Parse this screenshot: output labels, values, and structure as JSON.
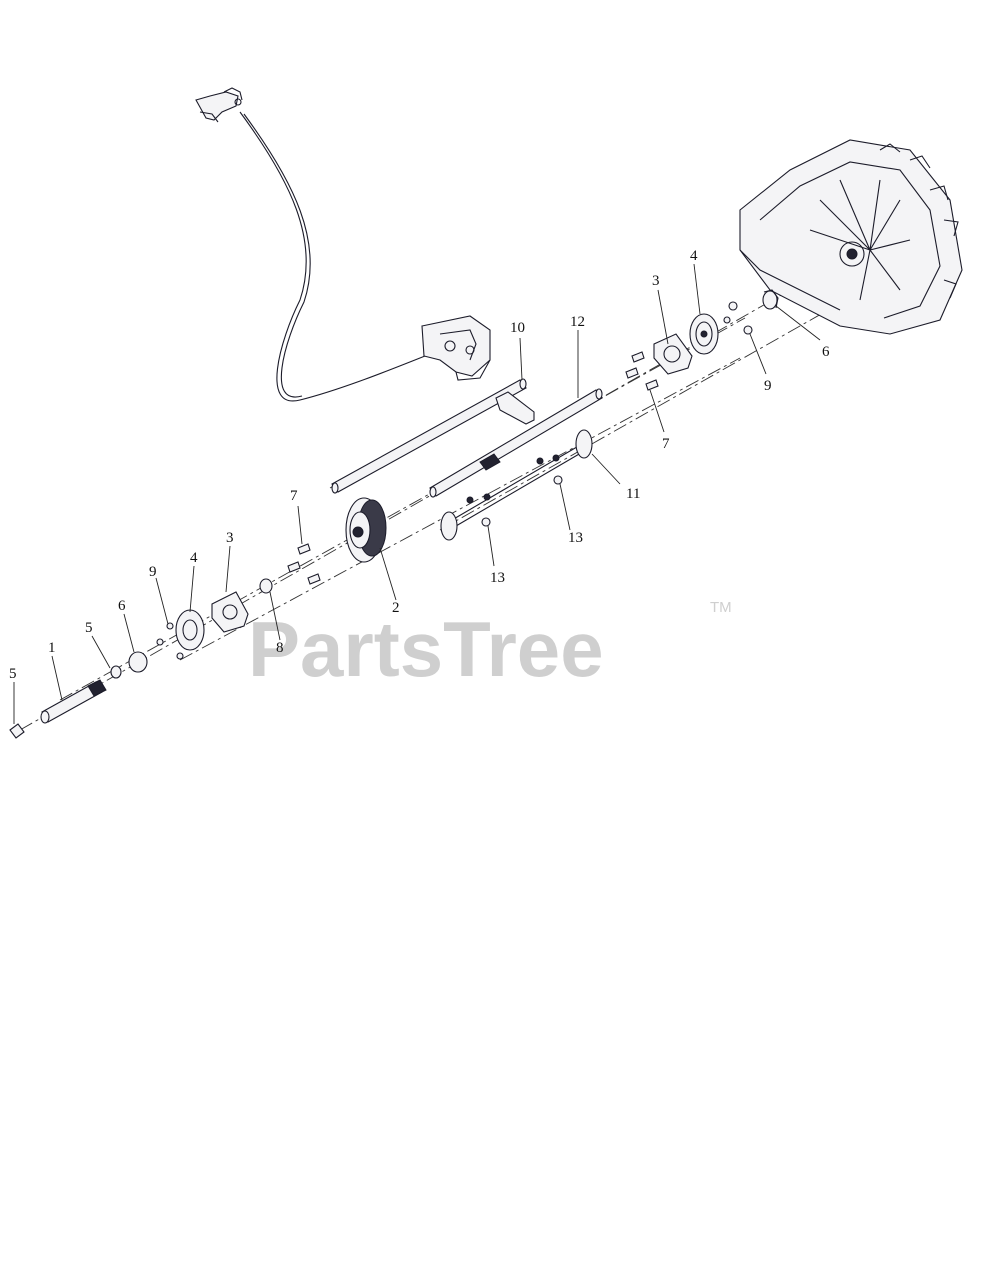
{
  "watermark": {
    "brand": "PartsTree",
    "trademark": "TM"
  },
  "callouts": {
    "c1": "1",
    "c2": "2",
    "c3a": "3",
    "c3b": "3",
    "c4a": "4",
    "c4b": "4",
    "c5a": "5",
    "c5b": "5",
    "c6a": "6",
    "c6b": "6",
    "c7a": "7",
    "c7b": "7",
    "c8": "8",
    "c9a": "9",
    "c9b": "9",
    "c10": "10",
    "c11": "11",
    "c12": "12",
    "c13a": "13",
    "c13b": "13"
  },
  "colors": {
    "line": "#1c1c2a",
    "watermark": "#cfcfcf",
    "background": "#ffffff"
  }
}
